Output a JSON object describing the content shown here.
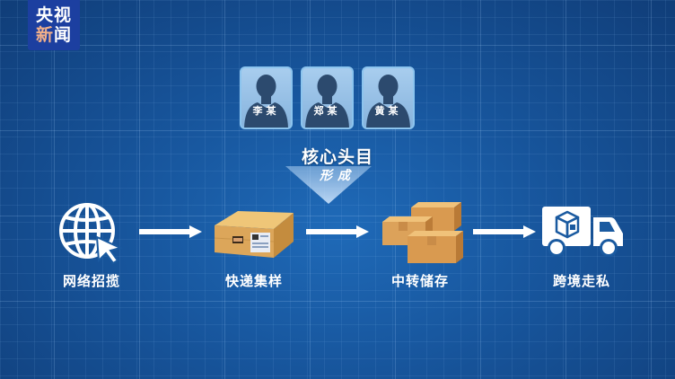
{
  "logo": {
    "line1": "央视",
    "line2_a": "新",
    "line2_b": "闻",
    "bg_color": "#1c3fa0"
  },
  "core_group": {
    "members": [
      {
        "name": "李某"
      },
      {
        "name": "郑某"
      },
      {
        "name": "黄某"
      }
    ],
    "title": "核心头目",
    "subtitle": "形成"
  },
  "flow": {
    "steps": [
      {
        "label": "网络招揽",
        "icon": "globe-cursor-icon"
      },
      {
        "label": "快递集样",
        "icon": "parcel-box-icon"
      },
      {
        "label": "中转储存",
        "icon": "stacked-boxes-icon"
      },
      {
        "label": "跨境走私",
        "icon": "delivery-truck-icon"
      }
    ],
    "arrow_icon": "right-arrow-icon"
  },
  "colors": {
    "background": "#17559c",
    "box": "#d9a556",
    "white": "#ffffff"
  }
}
